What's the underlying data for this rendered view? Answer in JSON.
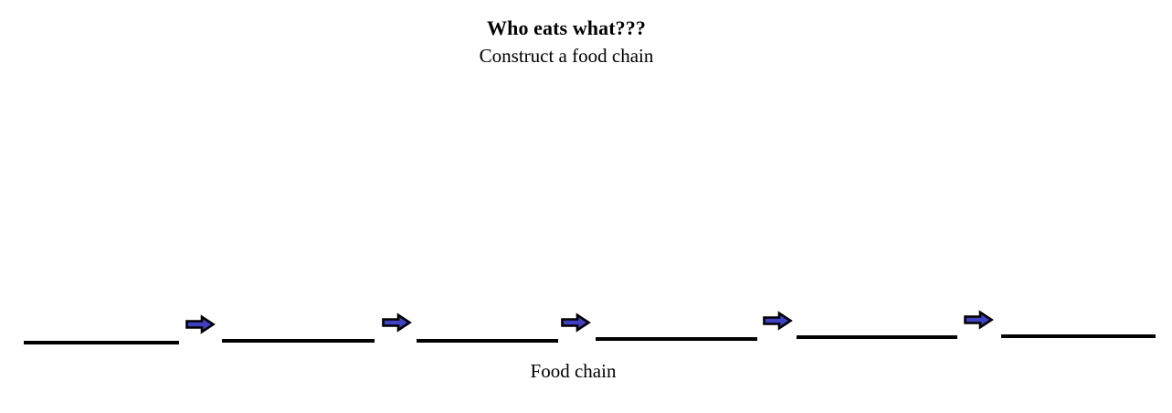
{
  "document": {
    "background_color": "#ffffff",
    "title": "Who eats what???",
    "subtitle": "Construct a food chain"
  },
  "heading": {
    "title": "Who eats what???",
    "subtitle": "Construct a food chain"
  },
  "chain": {
    "caption": "Food chain",
    "line_color": "#000000",
    "arrow_fill_color": "#4040c0",
    "arrow_outline_color": "#000000",
    "blank_count": 6,
    "arrow_count": 5,
    "blanks": [
      {
        "label": "",
        "placeholder": ""
      },
      {
        "label": "",
        "placeholder": ""
      },
      {
        "label": "",
        "placeholder": ""
      },
      {
        "label": "",
        "placeholder": ""
      },
      {
        "label": "",
        "placeholder": ""
      },
      {
        "label": "",
        "placeholder": ""
      }
    ],
    "arrows": [
      {
        "icon": "right-block-arrow-icon"
      },
      {
        "icon": "right-block-arrow-icon"
      },
      {
        "icon": "right-block-arrow-icon"
      },
      {
        "icon": "right-block-arrow-icon"
      },
      {
        "icon": "right-block-arrow-icon"
      }
    ]
  }
}
